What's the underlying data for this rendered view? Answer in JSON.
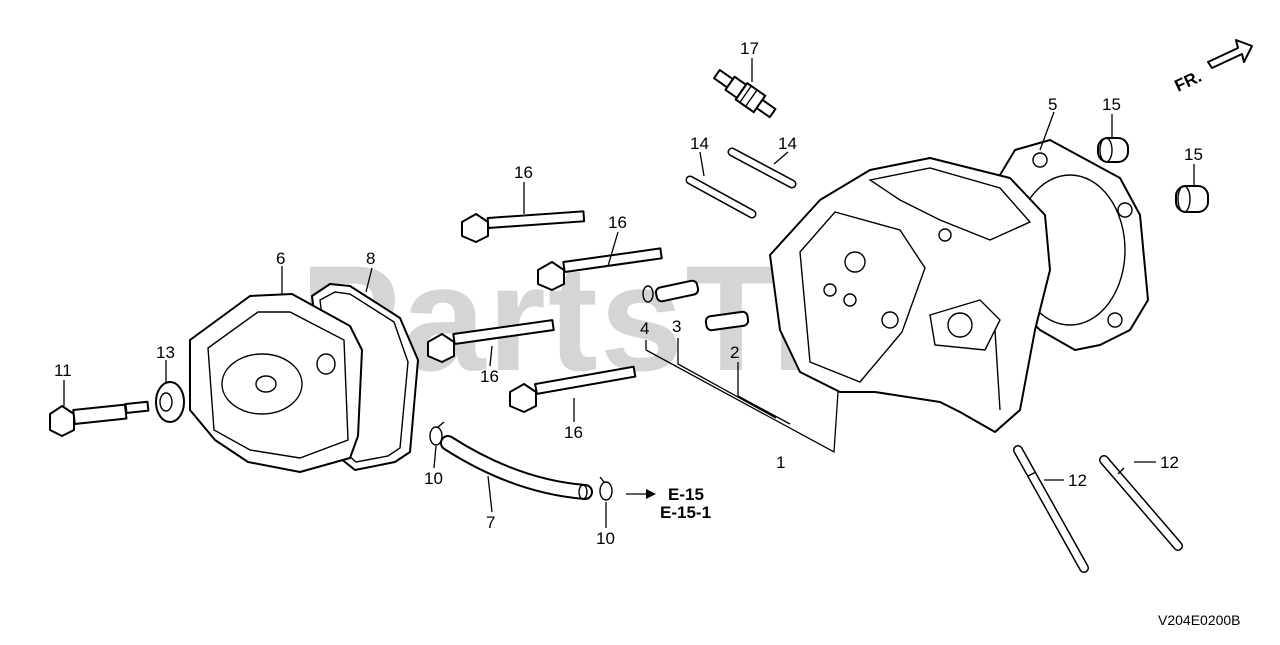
{
  "diagram": {
    "diagram_code": "V204E0200B",
    "direction_marker": "FR.",
    "watermark": "PartsTree",
    "cross_references": [
      "E-15",
      "E-15-1"
    ],
    "callouts": [
      "1",
      "2",
      "3",
      "4",
      "5",
      "6",
      "7",
      "8",
      "10",
      "10",
      "11",
      "12",
      "12",
      "13",
      "14",
      "14",
      "15",
      "15",
      "16",
      "16",
      "16",
      "16",
      "17"
    ]
  }
}
